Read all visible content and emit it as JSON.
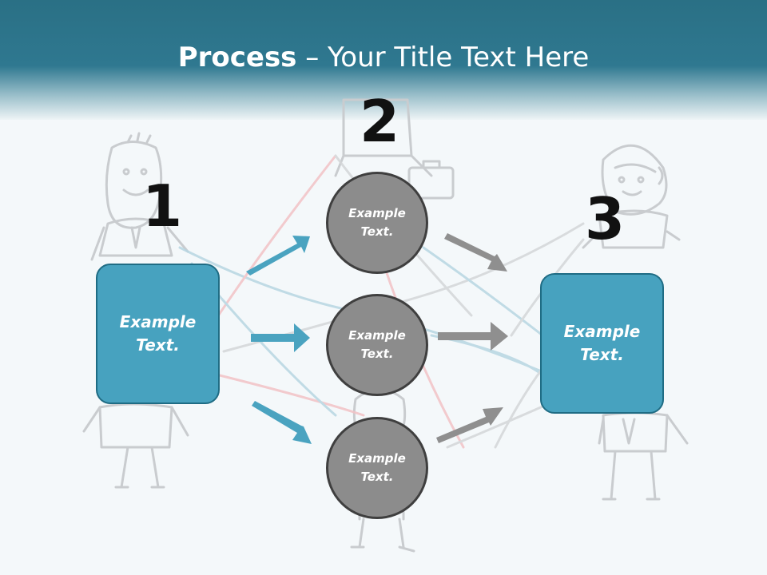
{
  "title": {
    "bold": "Process",
    "rest": " – Your Title Text Here"
  },
  "steps": [
    {
      "number": "1",
      "text": "Example\nText."
    },
    {
      "number": "2"
    },
    {
      "number": "3",
      "text": "Example\nText."
    }
  ],
  "circles": [
    {
      "text": "Example\nText."
    },
    {
      "text": "Example\nText."
    },
    {
      "text": "Example\nText."
    }
  ],
  "colors": {
    "header": "#2f7890",
    "box": "#47a2bf",
    "circle": "#8c8c8c",
    "arrow_blue": "#4aa3c0",
    "arrow_gray": "#8f8f8f"
  },
  "icons": [
    "sketch-person-left",
    "sketch-person-center",
    "sketch-person-right",
    "right-arrow-icon"
  ]
}
